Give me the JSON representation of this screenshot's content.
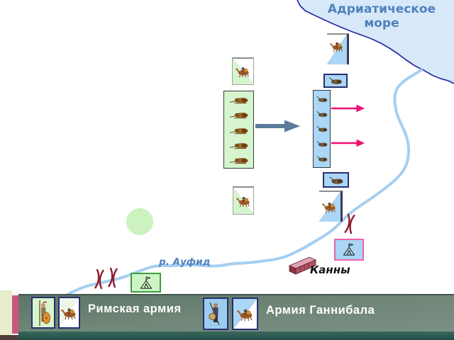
{
  "slide": {
    "sea_label": "Адриатическое море",
    "river_label": "р. Ауфид",
    "town_label": "Канны",
    "legend": {
      "roman_label": "Римская армия",
      "hannibal_label": "Армия Ганнибала"
    },
    "colors": {
      "sea_fill": "#d7e9f8",
      "coastline": "#2a2aa5",
      "river": "#a5cff2",
      "map_label_blue": "#4f81bd",
      "roman_unit_fill": "#d6f5cf",
      "hannibal_unit_fill": "#abd6f5",
      "roman_camp_border": "#3f9b3f",
      "hannibal_camp_border": "#ef62a8",
      "bridge_symbol": "#8f1f2f",
      "advance_arrow_gray": "#5b7b9b",
      "advance_arrow_pink": "#ee1173",
      "legend_bar": "#72887b",
      "town_building_red": "#9c3b4b"
    }
  }
}
